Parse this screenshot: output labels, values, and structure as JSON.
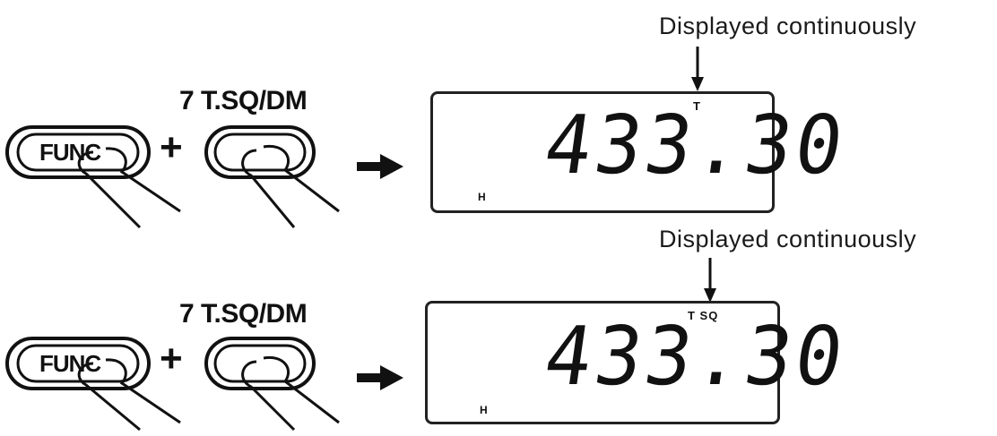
{
  "rows": [
    {
      "caption": "Displayed continuously",
      "key_label": "7 T.SQ/DM",
      "func_label": "FUNC",
      "plus": "+",
      "display": {
        "indicator": "T",
        "h_label": "H",
        "frequency": "433.30"
      }
    },
    {
      "caption": "Displayed continuously",
      "key_label": "7 T.SQ/DM",
      "func_label": "FUNC",
      "plus": "+",
      "display": {
        "indicator": "T SQ",
        "h_label": "H",
        "frequency": "433.30"
      }
    }
  ]
}
